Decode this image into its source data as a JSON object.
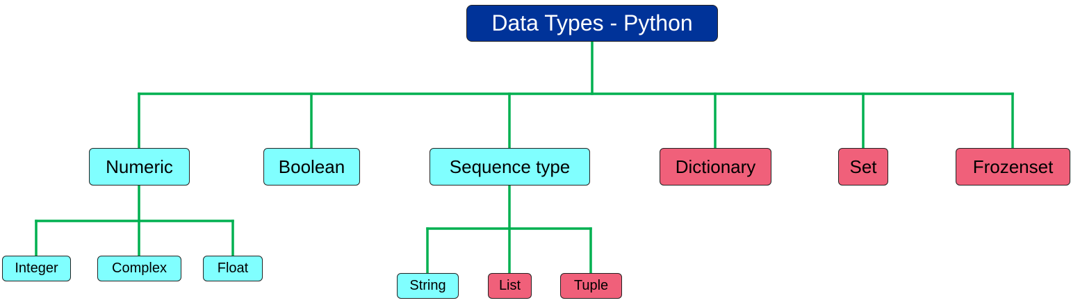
{
  "title": "Data Types - Python",
  "colors": {
    "root_fill": "#003399",
    "cyan_fill": "#80FFFF",
    "red_fill": "#F0607A",
    "connector": "#00B050"
  },
  "types": {
    "numeric": {
      "label": "Numeric",
      "children": {
        "integer": "Integer",
        "complex": "Complex",
        "float": "Float"
      }
    },
    "boolean": {
      "label": "Boolean"
    },
    "sequence": {
      "label": "Sequence type",
      "children": {
        "string": "String",
        "list": "List",
        "tuple": "Tuple"
      }
    },
    "dictionary": {
      "label": "Dictionary"
    },
    "set": {
      "label": "Set"
    },
    "frozenset": {
      "label": "Frozenset"
    }
  }
}
